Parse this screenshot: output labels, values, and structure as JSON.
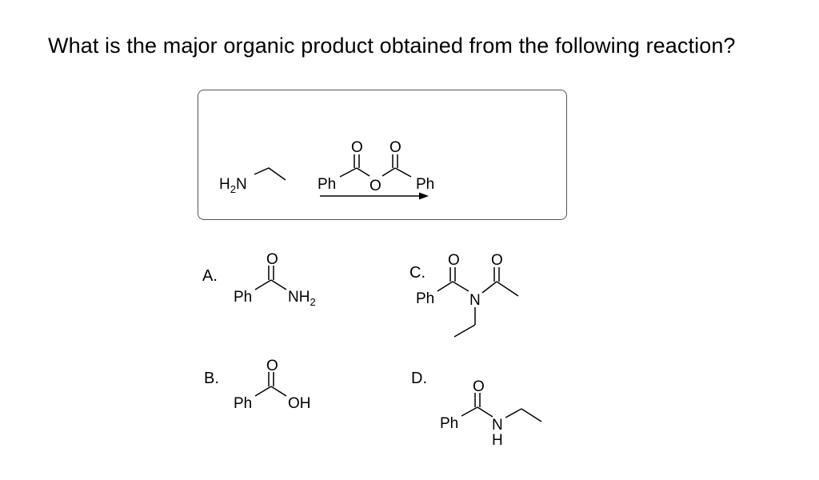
{
  "question": "What is the major organic product obtained from the following reaction?",
  "reaction": {
    "reactant": {
      "part1": "H",
      "sub": "2",
      "part2": "N"
    },
    "reagent": {
      "left_group": "Ph",
      "bridge_oxygen": "O",
      "right_group": "Ph",
      "carbonyl_oxygen": "O"
    }
  },
  "options": [
    {
      "letter": "A.",
      "left_group": "Ph",
      "carbonyl_oxygen": "O",
      "right_part1": "NH",
      "right_sub": "2"
    },
    {
      "letter": "B.",
      "left_group": "Ph",
      "carbonyl_oxygen": "O",
      "right_group": "OH"
    },
    {
      "letter": "C.",
      "left_group": "Ph",
      "carbonyl_oxygen": "O",
      "nitrogen": "N"
    },
    {
      "letter": "D.",
      "left_group": "Ph",
      "carbonyl_oxygen": "O",
      "nitrogen": "N",
      "hydrogen": "H"
    }
  ]
}
